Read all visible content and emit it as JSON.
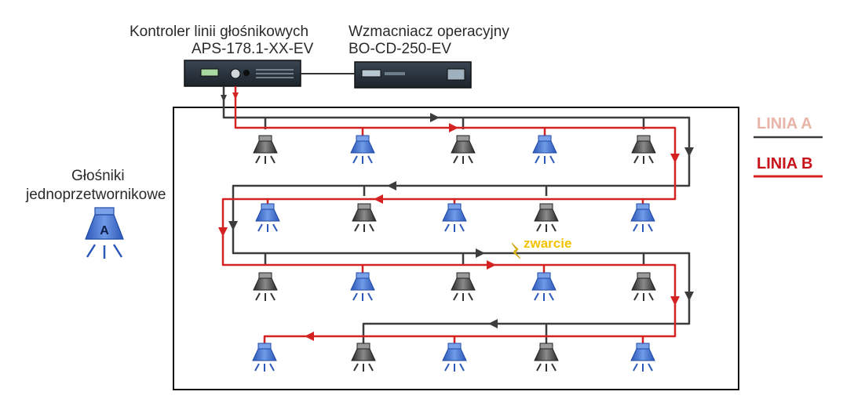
{
  "devices": {
    "controller": {
      "name": "Kontroler linii głośnikowych",
      "model": "APS-178.1-XX-EV"
    },
    "amplifier": {
      "name": "Wzmacniacz operacyjny",
      "model": "BO-CD-250-EV"
    }
  },
  "side_label": {
    "line1": "Głośniki",
    "line2": "jednoprzetwornikowe",
    "icon_letter": "A"
  },
  "legend": {
    "line_a": {
      "label": "LINIA A",
      "color": "#3a3a3a",
      "text_color": "#e8b4a8"
    },
    "line_b": {
      "label": "LINIA B",
      "color": "#d42222",
      "text_color": "#c8121a"
    }
  },
  "fault": {
    "label": "zwarcie",
    "color": "#f2c200",
    "icon": "lightning-bolt-icon"
  },
  "colors": {
    "speaker_blue": "#3b6fd0",
    "speaker_dark": "#3c3c3c",
    "frame": "#111111"
  }
}
